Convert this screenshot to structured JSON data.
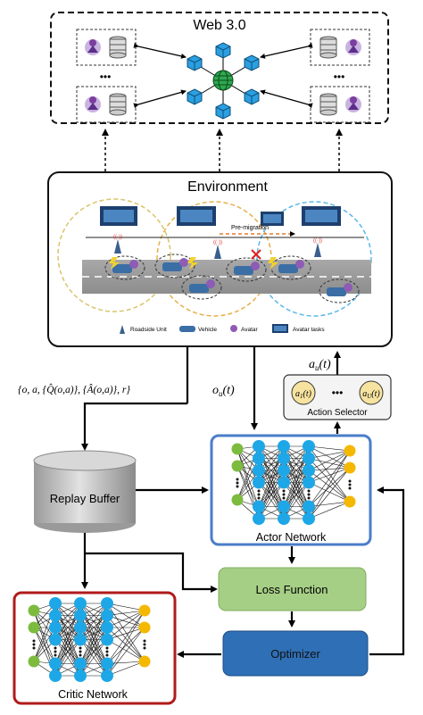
{
  "web3": {
    "title": "Web 3.0"
  },
  "environment": {
    "title": "Environment",
    "pre_migration": "Pre-migration",
    "legend": {
      "roadside_unit": "Roadside Unit",
      "vehicle": "Vehicle",
      "avatar": "Avatar",
      "avatar_tasks": "Avatar tasks"
    }
  },
  "labels": {
    "transition": "{o, a, {Q̂(o,a)}, {Â(o,a)}, r}",
    "observation": "o",
    "observation_sub": "u",
    "observation_arg": "(t)",
    "action": "a",
    "action_sub": "u",
    "action_arg": "(t)",
    "action_selector": "Action Selector",
    "selector_a1": "a",
    "selector_a1_sub": "1",
    "selector_a1_arg": "(t)",
    "selector_dots": "•••",
    "selector_au": "a",
    "selector_au_sub": "U",
    "selector_au_arg": "(t)",
    "replay_buffer": "Replay Buffer",
    "actor_network": "Actor Network",
    "loss_function": "Loss Function",
    "optimizer": "Optimizer",
    "critic_network": "Critic Network",
    "web_dots_left": "•••",
    "web_dots_right": "•••"
  },
  "colors": {
    "input_node": "#7dbb3f",
    "hidden_node": "#1ea7e6",
    "output_node": "#f5b800",
    "actor_border": "#4a7dc9",
    "critic_border": "#b01b1b",
    "loss_fill": "#a6cf86",
    "optimizer_fill": "#2f6fb5",
    "hub": "#2fa84f",
    "cube": "#2b9fe0"
  }
}
